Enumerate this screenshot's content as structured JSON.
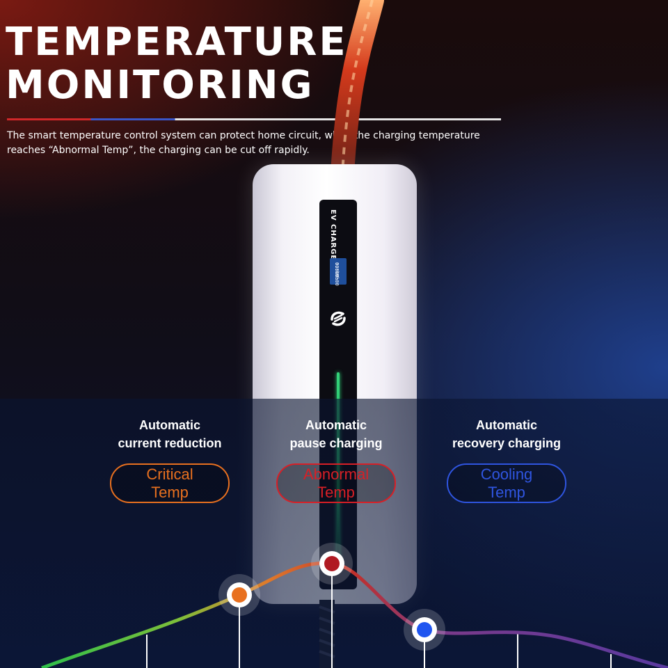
{
  "header": {
    "title_line1": "TEMPERATURE",
    "title_line2": "MONITORING",
    "description": "The smart temperature control system can protect home circuit, when the charging temperature reaches “Abnormal Temp”, the charging can be cut off rapidly."
  },
  "device": {
    "label": "EV CHARGER",
    "screen_line1": "0.0kWh",
    "screen_line2": "00:00:00"
  },
  "stages": [
    {
      "title_line1": "Automatic",
      "title_line2": "current reduction",
      "badge_line1": "Critical",
      "badge_line2": "Temp",
      "color": "#e8701f"
    },
    {
      "title_line1": "Automatic",
      "title_line2": "pause charging",
      "badge_line1": "Abnormal",
      "badge_line2": "Temp",
      "color": "#d81f26"
    },
    {
      "title_line1": "Automatic",
      "title_line2": "recovery charging",
      "badge_line1": "Cooling",
      "badge_line2": "Temp",
      "color": "#2f55e0"
    }
  ],
  "colors": {
    "accent_red": "#d0282a",
    "accent_blue": "#3a56c8",
    "curve_green": "#2fbf4a",
    "curve_red": "#c0302c",
    "curve_purple": "#5a3aa0"
  }
}
